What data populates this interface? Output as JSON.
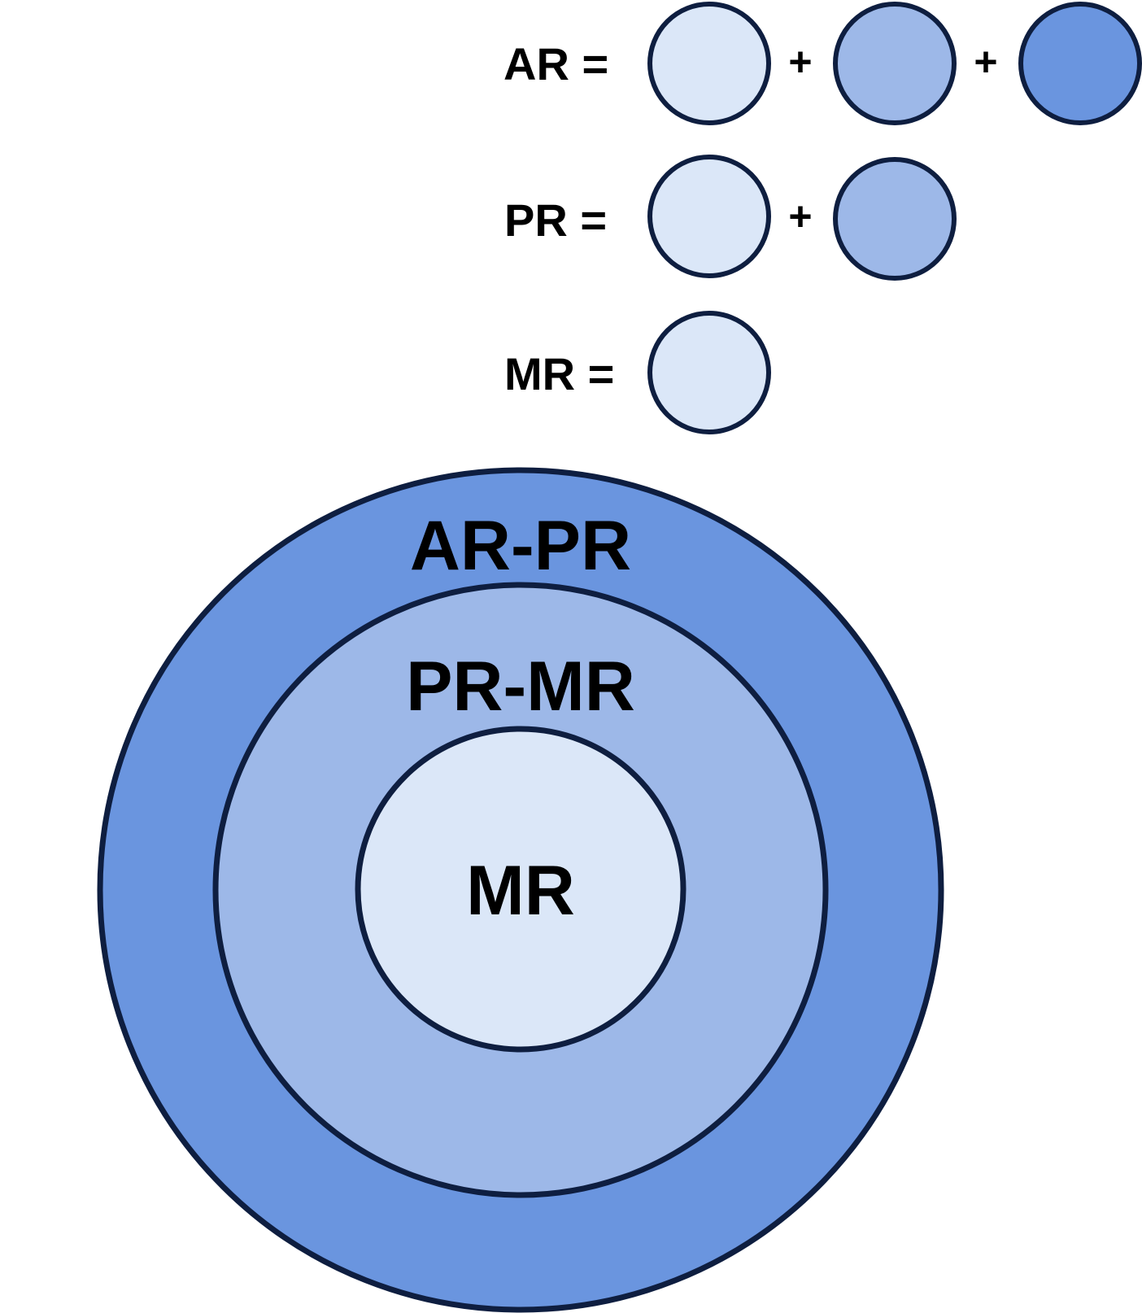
{
  "colors": {
    "light": "#dbe7f8",
    "medium": "#9db8e8",
    "dark": "#6a95df",
    "stroke": "#0e1e40",
    "text": "#000000"
  },
  "legend": {
    "ar": {
      "label": "AR =",
      "plus_1": "+",
      "plus_2": "+"
    },
    "pr": {
      "label": "PR =",
      "plus_1": "+"
    },
    "mr": {
      "label": "MR ="
    }
  },
  "rings": {
    "outer_label": "AR-PR",
    "middle_label": "PR-MR",
    "inner_label": "MR"
  }
}
